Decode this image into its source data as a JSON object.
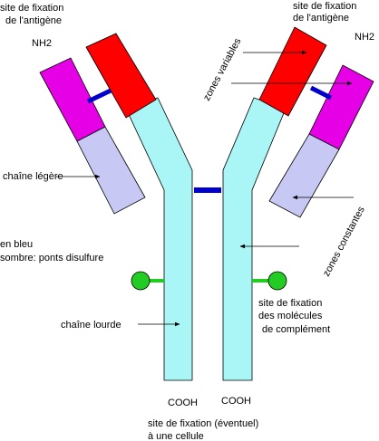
{
  "labels": {
    "antigen_site_left": [
      "site de fixation",
      "de l'antigène"
    ],
    "antigen_site_right": [
      "site de fixation",
      "de l'antigène"
    ],
    "nh2_left": "NH2",
    "nh2_right": "NH2",
    "variable_zones": "zones variables",
    "constant_zones": "zones constantes",
    "light_chain": "chaîne légère",
    "blue_note": [
      "en bleu",
      "sombre: ponts disulfure"
    ],
    "heavy_chain": "chaîne lourde",
    "complement_site": [
      "site de fixation",
      "des molécules",
      "de complément"
    ],
    "cooh_left": "COOH",
    "cooh_right": "COOH",
    "cell_site": [
      "site de fixation (éventuel)",
      "à une cellule"
    ]
  },
  "colors": {
    "heavy_chain": "#aaf5f5",
    "light_constant": "#c8c8f5",
    "light_variable": "#e600e6",
    "heavy_variable": "#ff0000",
    "disulfide": "#0000cc",
    "complement_site": "#22cc22"
  }
}
